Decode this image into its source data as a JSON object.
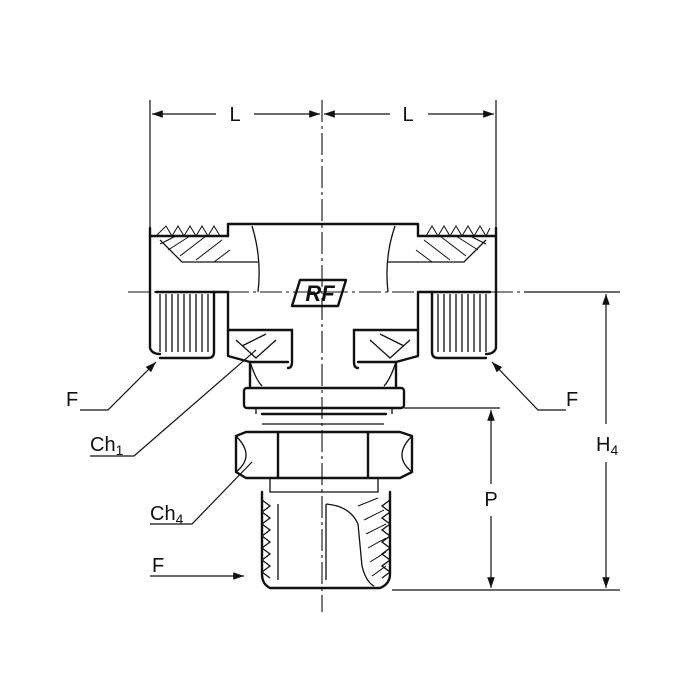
{
  "diagram": {
    "dimensions": {
      "length_left": "L",
      "length_right": "L",
      "height_total_main": "H",
      "height_total_sub": "4",
      "height_body": "P"
    },
    "callouts": {
      "face_left": "F",
      "face_right": "F",
      "face_bottom": "F",
      "hex_body_main": "Ch",
      "hex_body_sub": "1",
      "hex_nut_main": "Ch",
      "hex_nut_sub": "4"
    },
    "logo": "RF",
    "colors": {
      "line": "#111111",
      "background": "#ffffff"
    }
  }
}
